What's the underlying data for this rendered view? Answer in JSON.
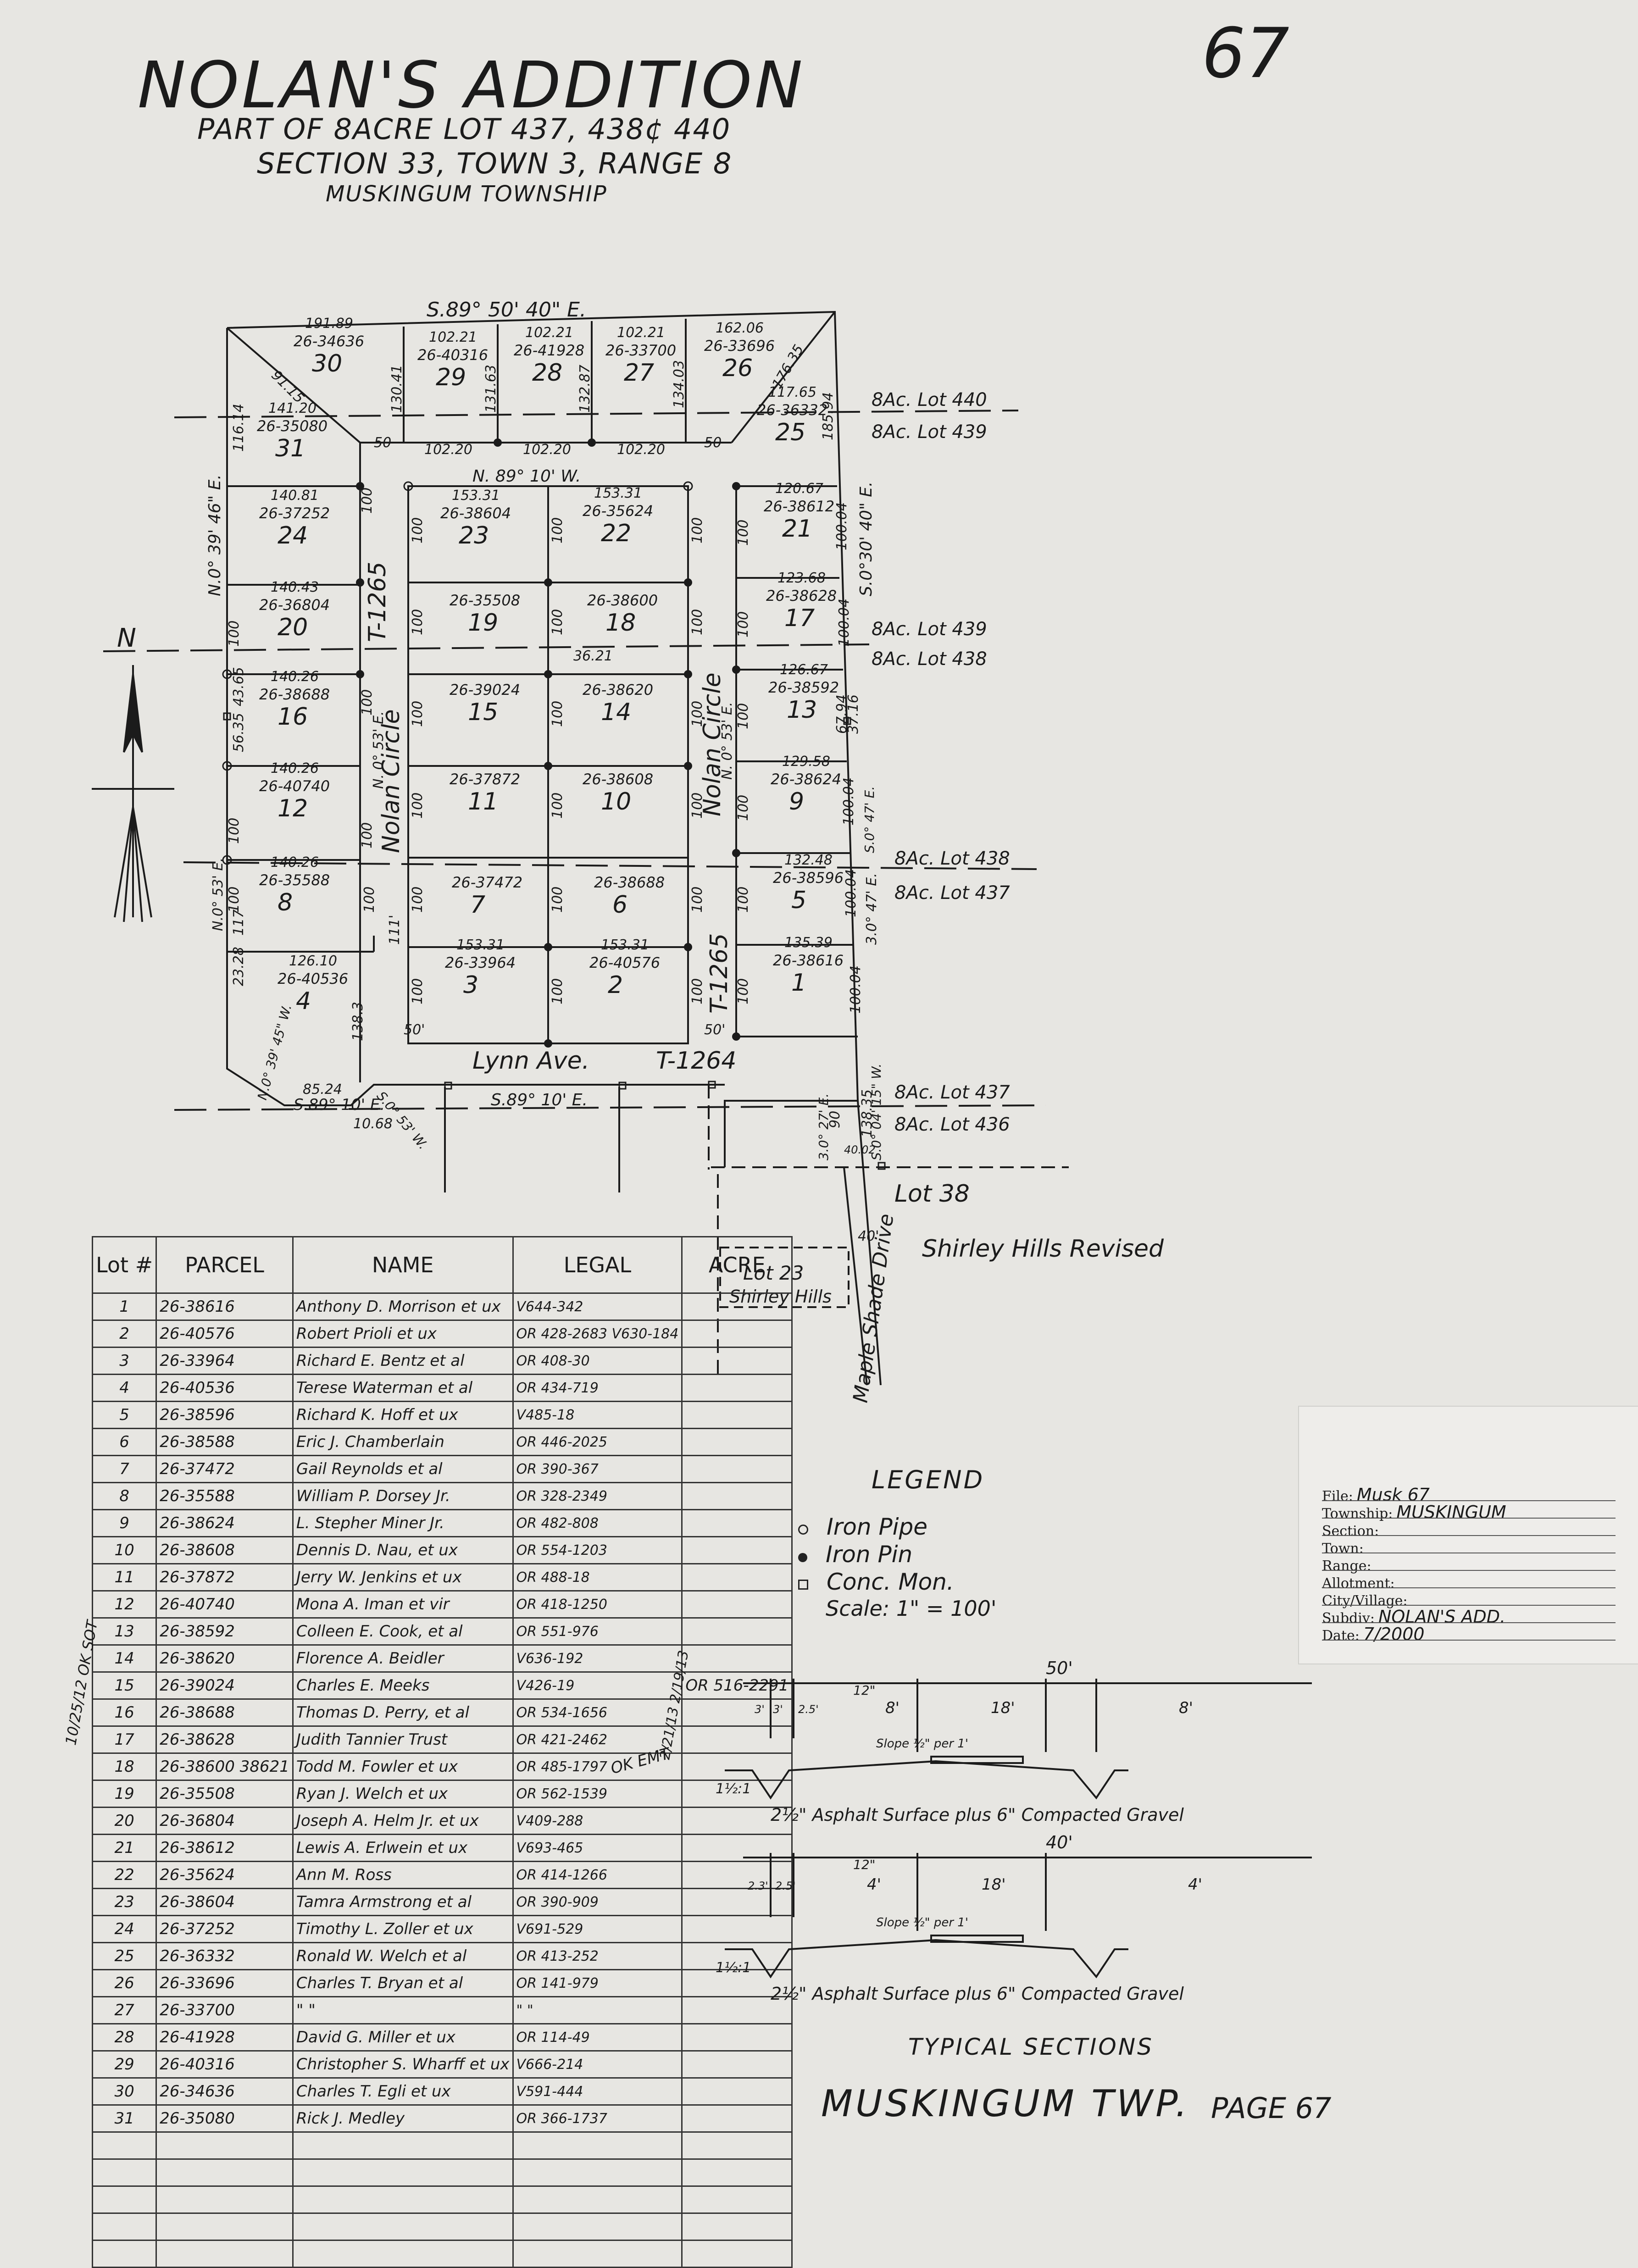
{
  "header": {
    "title": "NOLAN'S  ADDITION",
    "sub1": "PART OF 8ACRE LOT 437, 438¢ 440",
    "sub2": "SECTION 33, TOWN 3, RANGE 8",
    "sub3": "MUSKINGUM TOWNSHIP",
    "page_number": "67"
  },
  "plat": {
    "north": "N",
    "bearings": {
      "top": "S.89° 50' 40\" E.",
      "inner_top": "N. 89° 10' W.",
      "left": "N.0° 39' 46\" E.",
      "right": "S.0°30' 40\" E.",
      "nolan_left": "N. 0° 53' E.",
      "nolan_right": "N. 0° 53' E.",
      "bottom": "S.89° 10' E.",
      "bottom_left": "S.89° 10' E.",
      "lower_left": "N.0° 53' E.",
      "sw_corner": "N.0° 39' 45\" W.",
      "se_diag": "S.0° 53' W.",
      "right_low": "3.0° 47' E.",
      "bottom_right": "S.0° 04' 15\" W.",
      "right_mid": "S.0° 47' E.",
      "east_edge": "3.0° 27' E."
    },
    "streets": {
      "nolan_circle": "Nolan Circle",
      "lynn_ave": "Lynn Ave.",
      "t1265": "T-1265",
      "t1264": "T-1264",
      "maple_shade": "Maple Shade Drive",
      "lot38": "Lot 38",
      "lot23": "Lot 23",
      "shirley_hills": "Shirley Hills",
      "shirley_revised": "Shirley Hills Revised"
    },
    "acre_lots": {
      "a440": "8Ac. Lot 440",
      "a439a": "8Ac. Lot 439",
      "a439b": "8Ac. Lot 439",
      "a438a": "8Ac. Lot 438",
      "a438b": "8Ac. Lot 438",
      "a437a": "8Ac. Lot 437",
      "a437b": "8Ac. Lot 437",
      "a436": "8Ac. Lot 436"
    },
    "lots": [
      {
        "n": "30",
        "p": "26-34636",
        "d": "191.89"
      },
      {
        "n": "29",
        "p": "26-40316",
        "d": "102.21"
      },
      {
        "n": "28",
        "p": "26-41928",
        "d": "102.21"
      },
      {
        "n": "27",
        "p": "26-33700",
        "d": "102.21"
      },
      {
        "n": "26",
        "p": "26-33696",
        "d": "162.06"
      },
      {
        "n": "25",
        "p": "26-36332",
        "d": "117.65"
      },
      {
        "n": "31",
        "p": "26-35080",
        "d": "141.20"
      },
      {
        "n": "24",
        "p": "26-37252",
        "d": "140.81"
      },
      {
        "n": "20",
        "p": "26-36804",
        "d": "140.43"
      },
      {
        "n": "16",
        "p": "26-38688",
        "d": "140.26"
      },
      {
        "n": "12",
        "p": "26-40740",
        "d": "140.26"
      },
      {
        "n": "8",
        "p": "26-35588",
        "d": "140.26"
      },
      {
        "n": "4",
        "p": "26-40536",
        "d": "126.10"
      },
      {
        "n": "23",
        "p": "26-38604",
        "d": "153.31"
      },
      {
        "n": "22",
        "p": "26-35624",
        "d": "153.31"
      },
      {
        "n": "19",
        "p": "26-35508",
        "d": ""
      },
      {
        "n": "18",
        "p": "26-38600",
        "d": ""
      },
      {
        "n": "15",
        "p": "26-39024",
        "d": ""
      },
      {
        "n": "14",
        "p": "26-38620",
        "d": ""
      },
      {
        "n": "11",
        "p": "26-37872",
        "d": ""
      },
      {
        "n": "10",
        "p": "26-38608",
        "d": ""
      },
      {
        "n": "7",
        "p": "26-37472",
        "d": ""
      },
      {
        "n": "6",
        "p": "26-38688",
        "d": ""
      },
      {
        "n": "3",
        "p": "26-33964",
        "d": "153.31"
      },
      {
        "n": "2",
        "p": "26-40576",
        "d": "153.31"
      },
      {
        "n": "21",
        "p": "26-38612",
        "d": "120.67"
      },
      {
        "n": "17",
        "p": "26-38628",
        "d": "123.68"
      },
      {
        "n": "13",
        "p": "26-38592",
        "d": "126.67"
      },
      {
        "n": "9",
        "p": "26-38624",
        "d": "129.58"
      },
      {
        "n": "5",
        "p": "26-38596",
        "d": "132.48"
      },
      {
        "n": "1",
        "p": "26-38616",
        "d": "135.39"
      }
    ],
    "dims": {
      "d100": "100",
      "d50": "50",
      "d50p": "50'",
      "d1022": "102.20",
      "d9115": "91.15",
      "d1166": "116.14",
      "d13041": "130.41",
      "d13163": "131.63",
      "d13287": "132.87",
      "d13403": "134.03",
      "d17635": "176.35",
      "d18594": "185.94",
      "d10004": "100.04",
      "d4365": "43.65",
      "d5635": "56.35",
      "d117": "117",
      "d111": "111'",
      "d1383": "138.3",
      "d2328": "23.28",
      "d8524": "85.24",
      "d1068": "10.68",
      "d1385": "138.35",
      "d402": "40.02",
      "d40": "40'",
      "d90": "90",
      "d6794": "67.94",
      "d3716": "37.16",
      "d3621": "36.21"
    }
  },
  "table": {
    "headers": [
      "Lot #",
      "PARCEL",
      "NAME",
      "LEGAL",
      "ACRE"
    ],
    "rows": [
      [
        "1",
        "26-38616",
        "Anthony D. Morrison et ux",
        "V644-342",
        ""
      ],
      [
        "2",
        "26-40576",
        "Robert Prioli et ux",
        "OR 428-2683 V630-184",
        ""
      ],
      [
        "3",
        "26-33964",
        "Richard E. Bentz et al",
        "OR 408-30",
        ""
      ],
      [
        "4",
        "26-40536",
        "Terese Waterman et al",
        "OR 434-719",
        ""
      ],
      [
        "5",
        "26-38596",
        "Richard K. Hoff et ux",
        "V485-18",
        ""
      ],
      [
        "6",
        "26-38588",
        "Eric J. Chamberlain",
        "OR 446-2025",
        ""
      ],
      [
        "7",
        "26-37472",
        "Gail Reynolds et al",
        "OR 390-367",
        ""
      ],
      [
        "8",
        "26-35588",
        "William P. Dorsey Jr.",
        "OR 328-2349",
        ""
      ],
      [
        "9",
        "26-38624",
        "L. Stepher Miner Jr.",
        "OR 482-808",
        ""
      ],
      [
        "10",
        "26-38608",
        "Dennis D. Nau, et ux",
        "OR 554-1203",
        ""
      ],
      [
        "11",
        "26-37872",
        "Jerry W. Jenkins et ux",
        "OR 488-18",
        ""
      ],
      [
        "12",
        "26-40740",
        "Mona A. Iman et vir",
        "OR 418-1250",
        ""
      ],
      [
        "13",
        "26-38592",
        "Colleen E. Cook, et al",
        "OR 551-976",
        ""
      ],
      [
        "14",
        "26-38620",
        "Florence A. Beidler",
        "V636-192",
        ""
      ],
      [
        "15",
        "26-39024",
        "Charles E. Meeks",
        "V426-19",
        "OR 516-2291"
      ],
      [
        "16",
        "26-38688",
        "Thomas D. Perry, et al",
        "OR 534-1656",
        ""
      ],
      [
        "17",
        "26-38628",
        "Judith Tannier Trust",
        "OR 421-2462",
        ""
      ],
      [
        "18",
        "26-38600 38621",
        "Todd M. Fowler et ux",
        "OR 485-1797",
        ""
      ],
      [
        "19",
        "26-35508",
        "Ryan J. Welch et ux",
        "OR 562-1539",
        ""
      ],
      [
        "20",
        "26-36804",
        "Joseph A. Helm Jr. et ux",
        "V409-288",
        ""
      ],
      [
        "21",
        "26-38612",
        "Lewis A. Erlwein et ux",
        "V693-465",
        ""
      ],
      [
        "22",
        "26-35624",
        "Ann M. Ross",
        "OR 414-1266",
        ""
      ],
      [
        "23",
        "26-38604",
        "Tamra Armstrong et al",
        "OR 390-909",
        ""
      ],
      [
        "24",
        "26-37252",
        "Timothy L. Zoller et ux",
        "V691-529",
        ""
      ],
      [
        "25",
        "26-36332",
        "Ronald W. Welch et al",
        "OR 413-252",
        ""
      ],
      [
        "26",
        "26-33696",
        "Charles T. Bryan et al",
        "OR 141-979",
        ""
      ],
      [
        "27",
        "26-33700",
        "\"      \"",
        "\"   \"",
        ""
      ],
      [
        "28",
        "26-41928",
        "David G. Miller et ux",
        "OR 114-49",
        ""
      ],
      [
        "29",
        "26-40316",
        "Christopher S. Wharff et ux",
        "V666-214",
        ""
      ],
      [
        "30",
        "26-34636",
        "Charles T. Egli et ux",
        "V591-444",
        ""
      ],
      [
        "31",
        "26-35080",
        "Rick J. Medley",
        "OR 366-1737",
        ""
      ],
      [
        "",
        "",
        "",
        "",
        ""
      ],
      [
        "",
        "",
        "",
        "",
        ""
      ],
      [
        "",
        "",
        "",
        "",
        ""
      ],
      [
        "",
        "",
        "",
        "",
        ""
      ],
      [
        "",
        "",
        "",
        "",
        ""
      ]
    ],
    "margin_note": "10/25/12 OK SOT",
    "side_note": "OK EMT",
    "side_dates": "2/21/13 2/19/13"
  },
  "legend": {
    "title": "LEGEND",
    "iron_pipe": "Iron Pipe",
    "iron_pin": "Iron Pin",
    "conc_mon": "Conc. Mon.",
    "scale": "Scale: 1\" = 100'"
  },
  "file_card": {
    "labels": [
      "File:",
      "Township:",
      "Section:",
      "Town:",
      "Range:",
      "Allotment:",
      "City/Village:",
      "Subdiv:",
      "Date:"
    ],
    "values": [
      "Musk 67",
      "MUSKINGUM",
      "",
      "",
      "",
      "",
      "",
      "NOLAN'S  ADD.",
      "7/2000"
    ]
  },
  "sections": {
    "s1_width": "50'",
    "s1_a": "12\"",
    "s1_b": "8'",
    "s1_c": "18'",
    "s1_d": "8'",
    "s1_e": "3'",
    "s1_f": "3'",
    "s1_g": "2.5'",
    "s1_slope": "Slope ½\" per 1'",
    "s1_ratio": "1½:1",
    "s1_caption": "2½\" Asphalt Surface plus 6\" Compacted Gravel",
    "s2_width": "40'",
    "s2_a": "12\"",
    "s2_b": "4'",
    "s2_c": "18'",
    "s2_d": "4'",
    "s2_e": "2.3'",
    "s2_f": "2.5'",
    "s2_slope": "Slope ½\" per 1'",
    "s2_ratio": "1½:1",
    "s2_caption": "2½\" Asphalt Surface plus 6\" Compacted Gravel",
    "title": "TYPICAL SECTIONS"
  },
  "footer": {
    "twp": "MUSKINGUM   TWP.",
    "page": "PAGE 67"
  }
}
